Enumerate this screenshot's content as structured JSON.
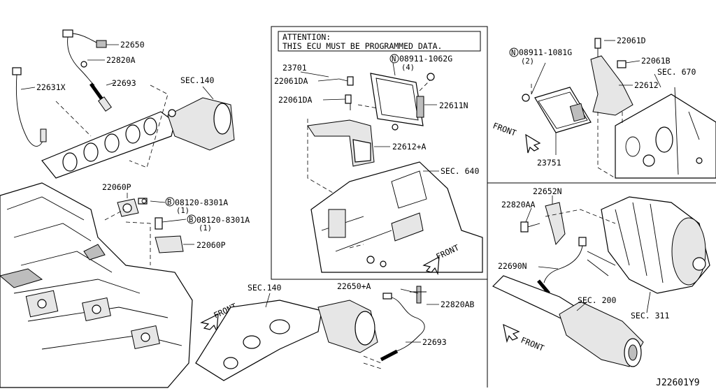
{
  "attention": {
    "line1": "ATTENTION:",
    "line2": "THIS ECU MUST BE PROGRAMMED DATA."
  },
  "labels": {
    "p22650": "22650",
    "p22820A": "22820A",
    "p22693_top": "22693",
    "p22631X": "22631X",
    "sec140_top": "SEC.140",
    "p22060P_top": "22060P",
    "bolt1_num": "08120-8301A",
    "bolt1_qty": "(1)",
    "bolt2_num": "08120-8301A",
    "bolt2_qty": "(1)",
    "p22060P_bot": "22060P",
    "front_left": "FRONT",
    "sec140_bot": "SEC.140",
    "p22650A": "22650+A",
    "p22820AB": "22820AB",
    "p22693_bot": "22693",
    "p23701": "23701",
    "p22061DA_1": "22061DA",
    "p22061DA_2": "22061DA",
    "nut_num": "08911-1062G",
    "nut_qty": "(4)",
    "p22611N": "22611N",
    "p22612A": "22612+A",
    "sec640": "SEC. 640",
    "front_mid": "FRONT",
    "nut2_num": "08911-1081G",
    "nut2_qty": "(2)",
    "p22061D": "22061D",
    "p22061B": "22061B",
    "sec670": "SEC. 670",
    "p22612": "22612",
    "front_right": "FRONT",
    "p23751": "23751",
    "p22652N": "22652N",
    "p22820AA": "22820AA",
    "p22690N": "22690N",
    "sec200": "SEC. 200",
    "sec311": "SEC. 311",
    "front_br": "FRONT",
    "diagram_id": "J22601Y9",
    "circle_B": "B",
    "circle_N": "N"
  }
}
